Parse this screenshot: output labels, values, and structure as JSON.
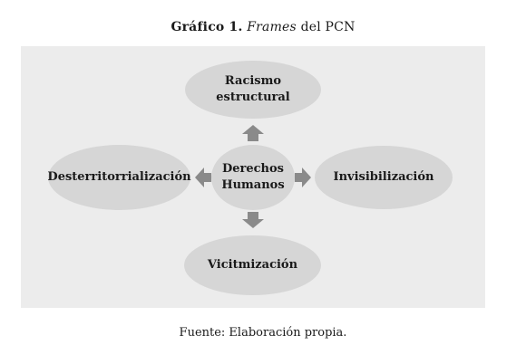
{
  "figure": {
    "label": "Gráfico 1.",
    "title_italic": "Frames",
    "title_rest": "del PCN",
    "source": "Fuente: Elaboración propia."
  },
  "diagram": {
    "center": {
      "line1": "Derechos",
      "line2": "Humanos"
    },
    "top": {
      "line1": "Racismo",
      "line2": "estructural"
    },
    "left": {
      "label": "Desterritorrialización"
    },
    "right": {
      "label": "Invisibilización"
    },
    "bottom": {
      "label": "Vicitmización"
    },
    "colors": {
      "panel": "#ececec",
      "node": "#d6d6d6",
      "arrow": "#8a8a8a"
    }
  }
}
